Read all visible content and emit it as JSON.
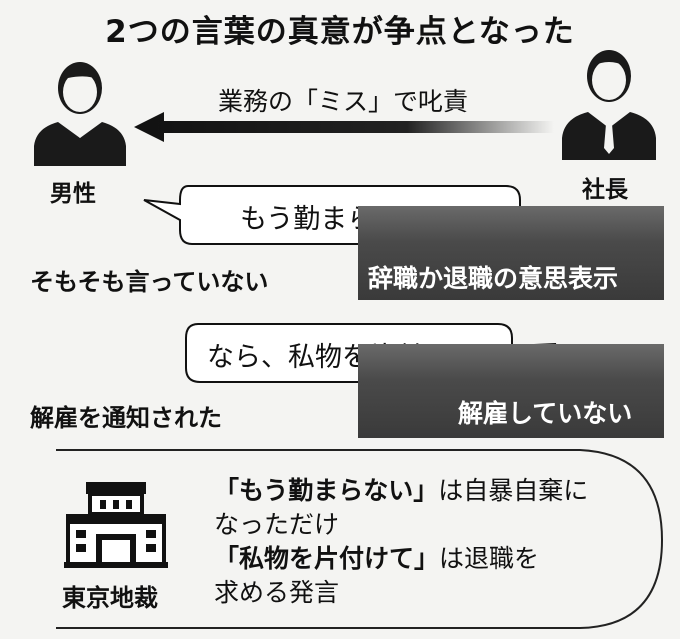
{
  "title": "2つの言葉の真意が争点となった",
  "man": {
    "label": "男性"
  },
  "president": {
    "label": "社長"
  },
  "arrow_text": "業務の「ミス」で叱責",
  "exchange1": {
    "bubble": "もう勤まらない",
    "man_claim": "そもそも言っていない",
    "president_claim": "辞職か退職の意思表示"
  },
  "exchange2": {
    "bubble": "なら、私物を片付けて",
    "man_claim": "解雇を通知された",
    "president_claim": "解雇していない"
  },
  "court": {
    "label": "東京地裁",
    "line1_bold": "「もう勤まらない」",
    "line1_rest": "は自暴自棄に",
    "line2": "なっただけ",
    "line3_bold": "「私物を片付けて」",
    "line3_rest": "は退職を",
    "line4": "求める発言"
  }
}
